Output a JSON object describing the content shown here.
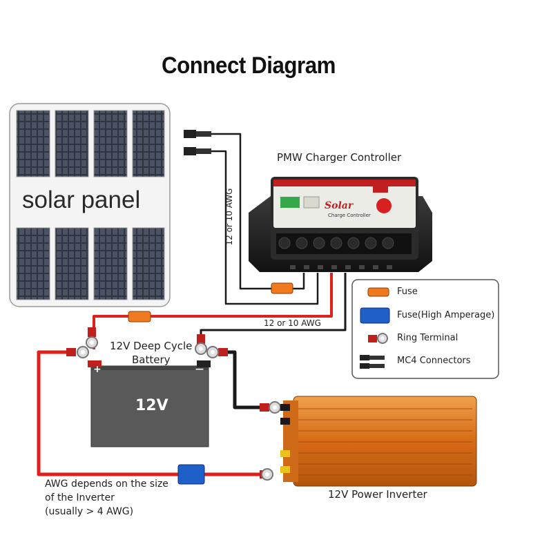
{
  "title": "Connect Diagram",
  "solar_panel": {
    "label": "solar panel"
  },
  "controller": {
    "label": "PMW Charger Controller",
    "brand": "Solar",
    "subtitle": "Charge Controller"
  },
  "wires": {
    "panel_wire_label": "12 or 10 AWG",
    "battery_wire_label": "12 or 10 AWG"
  },
  "battery": {
    "label_line1": "12V Deep Cycle",
    "label_line2": "Battery",
    "voltage": "12V",
    "positive": "+",
    "negative": "—"
  },
  "inverter": {
    "label": "12V Power Inverter"
  },
  "note": {
    "line1": "AWG depends on the size",
    "line2": "of the Inverter",
    "line3": "(usually  > 4 AWG)"
  },
  "legend": {
    "items": [
      {
        "icon": "fuse-icon",
        "label": "Fuse"
      },
      {
        "icon": "high-amperage-fuse-icon",
        "label": "Fuse(High Amperage)"
      },
      {
        "icon": "ring-terminal-icon",
        "label": "Ring Terminal"
      },
      {
        "icon": "mc4-connector-icon",
        "label": "MC4 Connectors"
      }
    ]
  },
  "colors": {
    "positive_wire": "#e0201c",
    "negative_wire": "#1a1a1a",
    "fuse": "#f07a1e",
    "high_amp_fuse": "#1f5fc8",
    "inverter_body": "#e07a24"
  }
}
